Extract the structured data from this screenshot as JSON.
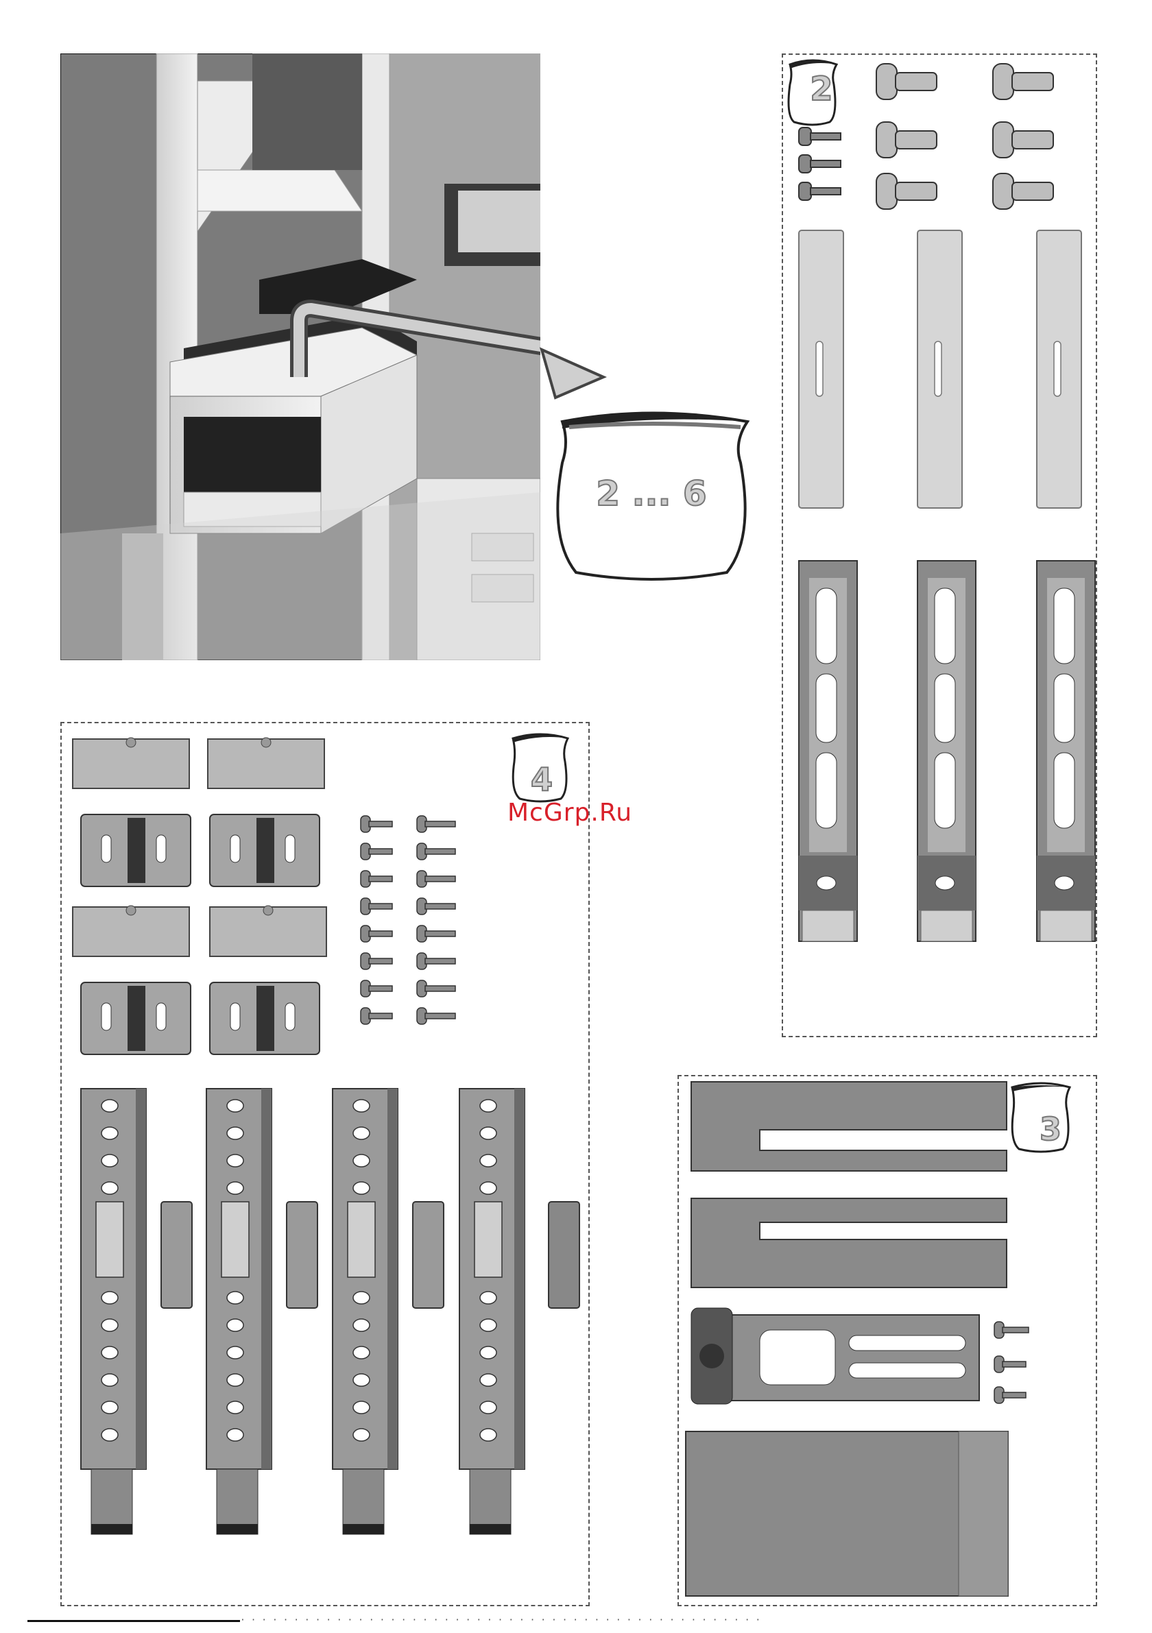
{
  "photo": {
    "bag_label": "2 ... 6"
  },
  "kits": [
    {
      "id": "kit2",
      "number": "2"
    },
    {
      "id": "kit4",
      "number": "4"
    },
    {
      "id": "kit3",
      "number": "3"
    }
  ],
  "watermark": "McGrp.Ru",
  "footer": {
    "text": "· · · · · · · · · · · · · · · · · · · · · · · · · · · · · · · · · · · · · · · · · · · · · · · · ·"
  }
}
